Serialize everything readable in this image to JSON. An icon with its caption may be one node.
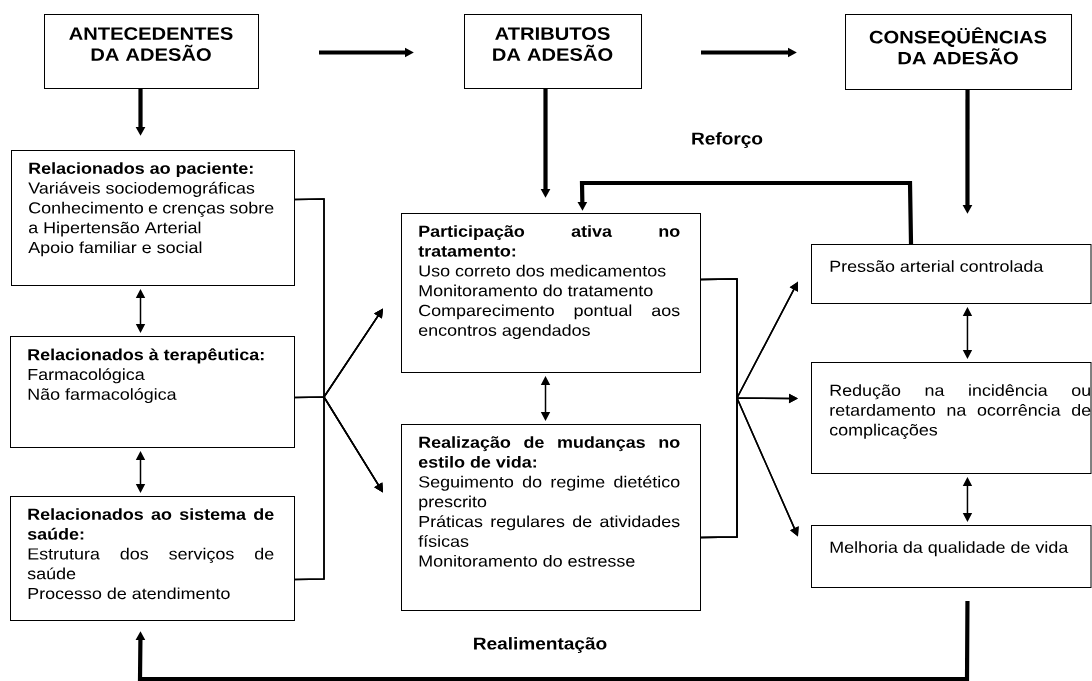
{
  "diagram": {
    "nodes": [
      {
        "text": [
          "ANTECEDENTES DA ADESÃO"
        ]
      },
      {
        "text": [
          "ATRIBUTOS DA ADESÃO"
        ]
      },
      {
        "text": [
          "CONSEQÜÊNCIAS DA ADESÃO"
        ]
      },
      {
        "text": [
          "Relacionados ao paciente:",
          "Variáveis sociodemográficas",
          "Conhecimento e crenças sobre a Hipertensão Arterial",
          "Apoio familiar e social"
        ]
      },
      {
        "text": [
          "Relacionados à terapêutica:",
          "Farmacológica",
          "Não farmacológica"
        ]
      },
      {
        "text": [
          "Relacionados ao sistema de saúde:",
          "Estrutura dos serviços de saúde",
          "Processo de atendimento"
        ]
      },
      {
        "text": [
          "Participação ativa no tratamento:",
          "Uso correto dos medicamentos",
          "Monitoramento do tratamento",
          "Comparecimento pontual aos encontros agendados"
        ]
      },
      {
        "text": [
          "Realização de mudanças no estilo de vida:",
          "Seguimento do regime dietético prescrito",
          "Práticas regulares de atividades físicas",
          "Monitoramento do estresse"
        ]
      },
      {
        "text": [
          "Pressão arterial controlada"
        ]
      },
      {
        "text": [
          "Redução na incidência ou retardamento na ocorrência de complicações"
        ]
      },
      {
        "text": [
          "Melhoria da qualidade de vida"
        ]
      }
    ],
    "edges": [
      {
        "from": 0,
        "to": 1,
        "arrow": "to",
        "style": "thick"
      },
      {
        "from": 1,
        "to": 2,
        "arrow": "to",
        "style": "thick"
      },
      {
        "from": 0,
        "to": 3,
        "arrow": "to",
        "style": "thick"
      },
      {
        "from": 1,
        "to": 6,
        "arrow": "to",
        "style": "thick"
      },
      {
        "from": 2,
        "to": 8,
        "arrow": "to",
        "style": "thick"
      },
      {
        "from": 3,
        "to": 4,
        "arrow": "both"
      },
      {
        "from": 4,
        "to": 5,
        "arrow": "both"
      },
      {
        "from": 6,
        "to": 7,
        "arrow": "both"
      },
      {
        "from": 8,
        "to": 9,
        "arrow": "both"
      },
      {
        "from": 9,
        "to": 10,
        "arrow": "both"
      },
      {
        "from": 3,
        "to": 6,
        "arrow": "to"
      },
      {
        "from": 3,
        "to": 7,
        "arrow": "to"
      },
      {
        "from": 4,
        "to": 6,
        "arrow": "to"
      },
      {
        "from": 4,
        "to": 7,
        "arrow": "to"
      },
      {
        "from": 5,
        "to": 6,
        "arrow": "to"
      },
      {
        "from": 5,
        "to": 7,
        "arrow": "to"
      },
      {
        "from": 6,
        "to": 8,
        "arrow": "to"
      },
      {
        "from": 6,
        "to": 9,
        "arrow": "to"
      },
      {
        "from": 6,
        "to": 10,
        "arrow": "to"
      },
      {
        "from": 7,
        "to": 8,
        "arrow": "to"
      },
      {
        "from": 7,
        "to": 9,
        "arrow": "to"
      },
      {
        "from": 7,
        "to": 10,
        "arrow": "to"
      },
      {
        "from": 8,
        "to": 6,
        "arrow": "to",
        "style": "thick",
        "label": "Reforço"
      },
      {
        "from": 10,
        "to": 5,
        "arrow": "to",
        "style": "thick",
        "label": "Realimentação"
      }
    ]
  }
}
